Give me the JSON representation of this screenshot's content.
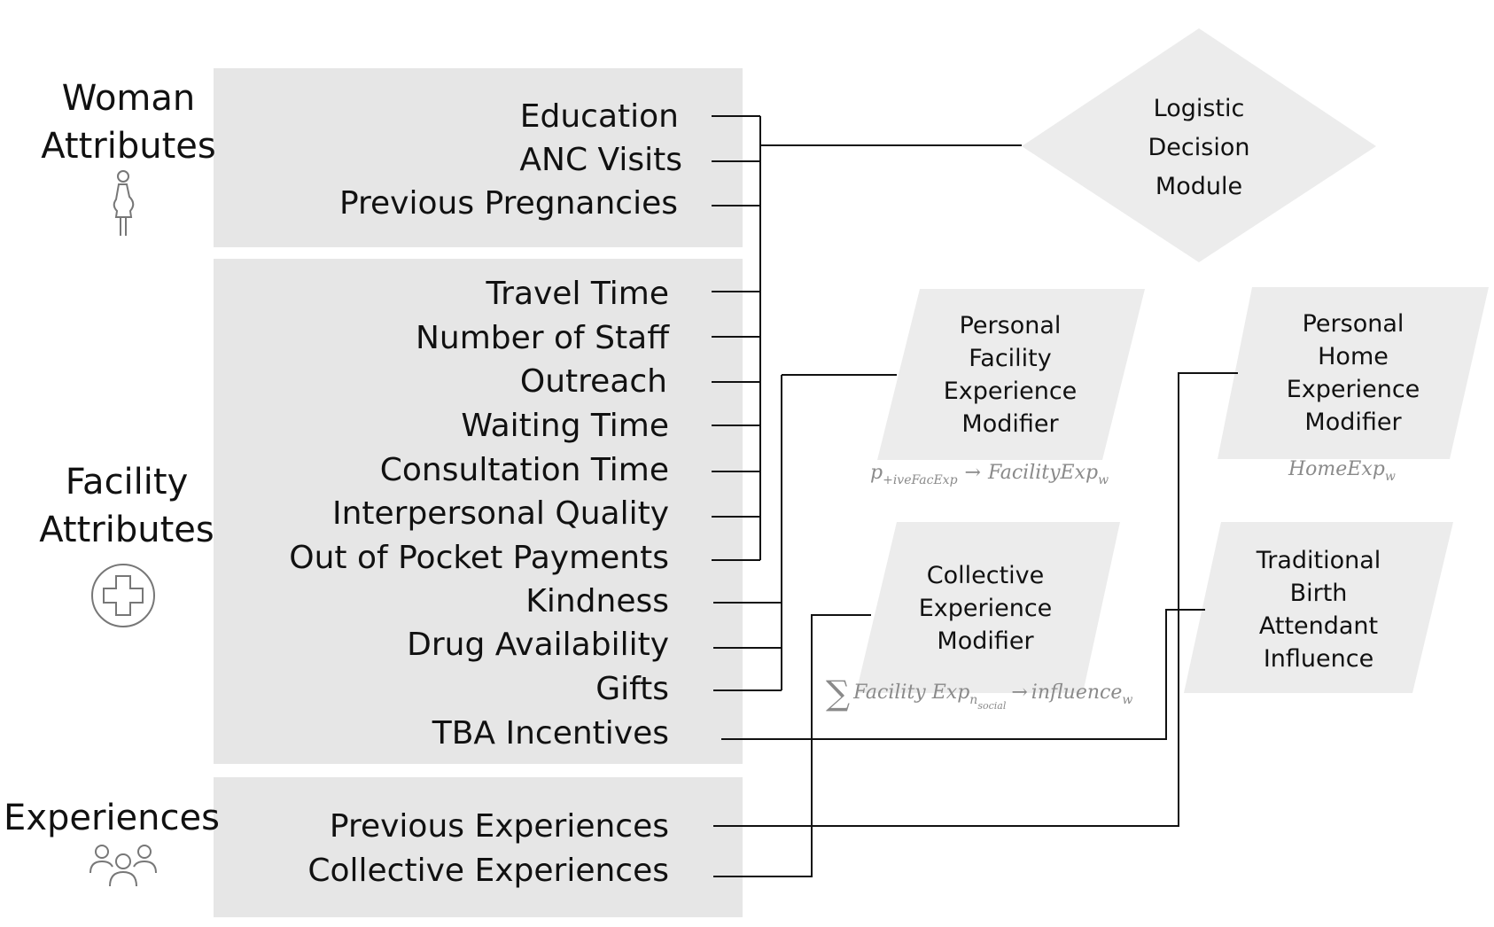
{
  "categories": {
    "woman": [
      "Woman",
      "Attributes"
    ],
    "facility": [
      "Facility",
      "Attributes"
    ],
    "experiences": [
      "Experiences"
    ]
  },
  "woman_items": [
    "Education",
    "ANC Visits",
    "Previous Pregnancies"
  ],
  "facility_items": [
    "Travel Time",
    "Number of Staff",
    "Outreach",
    "Waiting Time",
    "Consultation Time",
    "Interpersonal Quality",
    "Out of Pocket Payments",
    "Kindness",
    "Drug Availability",
    "Gifts",
    "TBA Incentives"
  ],
  "experience_items": [
    "Previous Experiences",
    "Collective Experiences"
  ],
  "decision_module": [
    "Logistic",
    "Decision",
    "Module"
  ],
  "modifiers": {
    "personal_facility": {
      "lines": [
        "Personal",
        "Facility",
        "Experience",
        "Modifier"
      ],
      "formula": {
        "p": "p",
        "p_sub": "+iveFacExp",
        "arrow": "→",
        "target": "FacilityExp",
        "target_sub": "w"
      }
    },
    "personal_home": {
      "lines": [
        "Personal",
        "Home",
        "Experience",
        "Modifier"
      ],
      "formula": {
        "target": "HomeExp",
        "target_sub": "w"
      }
    },
    "collective": {
      "lines": [
        "Collective",
        "Experience",
        "Modifier"
      ],
      "formula": {
        "sigma": "∑",
        "body": "Facility Exp",
        "body_sub": "n",
        "body_subsub": "social",
        "arrow": "→",
        "target": "influence",
        "target_sub": "w"
      }
    },
    "tba_influence": {
      "lines": [
        "Traditional",
        "Birth",
        "Attendant",
        "Influence"
      ]
    }
  },
  "icons": {
    "woman": "pregnant-woman-icon",
    "facility": "medical-cross-icon",
    "experiences": "people-group-icon"
  }
}
